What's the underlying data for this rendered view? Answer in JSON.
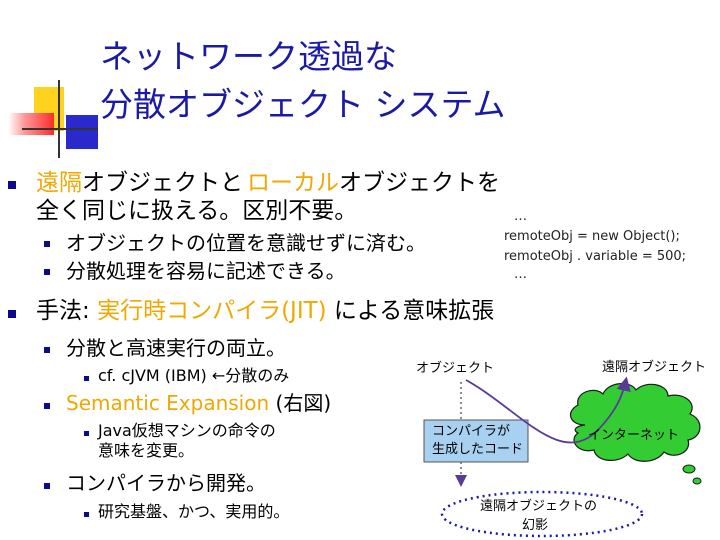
{
  "slide": {
    "title_line1": "ネットワーク透過な",
    "title_line2": "分散オブジェクト システム",
    "colors": {
      "title": "#1a1aa6",
      "highlight": "#f0a800",
      "bullet": "#0a0a8a",
      "cloud": "#33cc33",
      "box": "#a8d0f0",
      "arrow": "#5a3a99"
    }
  },
  "bullets": {
    "b1": {
      "part1": "遠隔",
      "part2": "オブジェクトと",
      "part3": "ローカル",
      "part4": "オブジェクトを",
      "line2": "全く同じに扱える。区別不要。"
    },
    "b1_sub1": "オブジェクトの位置を意識せずに済む。",
    "b1_sub2": "分散処理を容易に記述できる。",
    "b2": {
      "prefix": "手法: ",
      "highlight": "実行時コンパイラ(JIT)",
      "suffix": " による意味拡張"
    },
    "b2_sub1": "分散と高速実行の両立。",
    "b2_sub1_sub": "cf. cJVM (IBM) ←分散のみ",
    "b2_sub2": {
      "highlight": "Semantic Expansion",
      "suffix": " (右図)"
    },
    "b2_sub2_sub_line1": "Java仮想マシンの命令の",
    "b2_sub2_sub_line2": "意味を変更。",
    "b2_sub3": "コンパイラから開発。",
    "b2_sub3_sub": "研究基盤、かつ、実用的。"
  },
  "code": {
    "line1": "…",
    "line2": "remoteObj = new Object();",
    "line3": "remoteObj . variable = 500;",
    "line4": "…"
  },
  "diagram": {
    "object_label": "オブジェクト",
    "remote_object_label": "遠隔オブジェクト",
    "compiler_line1": "コンパイラが",
    "compiler_line2": "生成したコード",
    "internet_label": "インターネット",
    "phantom_line1": "遠隔オブジェクトの",
    "phantom_line2": "幻影"
  }
}
